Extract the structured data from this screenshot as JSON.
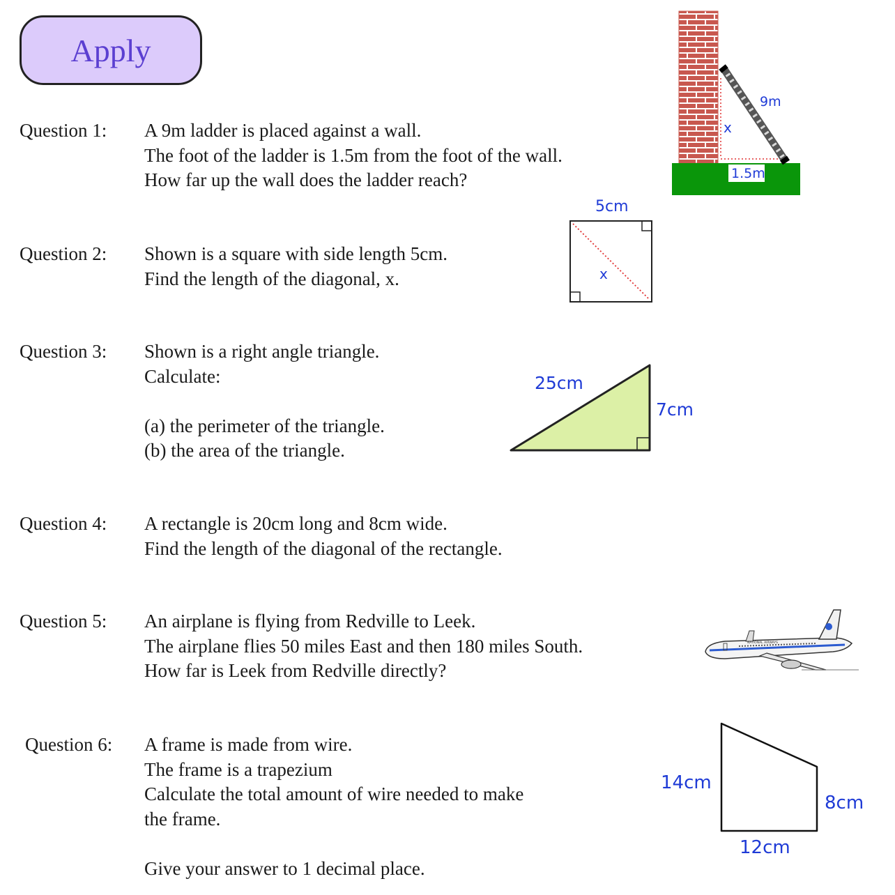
{
  "header": {
    "apply_label": "Apply"
  },
  "questions": [
    {
      "label": "Question 1:",
      "lines": [
        "A 9m ladder is placed against a wall.",
        "The foot of the ladder is 1.5m from the foot of the wall.",
        "How far up the wall does the ladder reach?"
      ],
      "figure": {
        "ladder_label": "9m",
        "height_label": "x",
        "base_label": "1.5m"
      }
    },
    {
      "label": "Question 2:",
      "lines": [
        "Shown is a square with side length 5cm.",
        "Find the length of the diagonal, x."
      ],
      "figure": {
        "side_label": "5cm",
        "diagonal_label": "x"
      }
    },
    {
      "label": "Question 3:",
      "lines": [
        "Shown is a right angle triangle.",
        "Calculate:",
        "",
        "(a)  the perimeter of the triangle.",
        "(b)  the area of the triangle."
      ],
      "figure": {
        "hypotenuse_label": "25cm",
        "side_label": "7cm"
      }
    },
    {
      "label": "Question 4:",
      "lines": [
        "A rectangle is 20cm long and 8cm wide.",
        "Find the length of the diagonal of the rectangle."
      ]
    },
    {
      "label": "Question 5:",
      "lines": [
        "An airplane is flying from Redville to Leek.",
        "The airplane flies 50 miles East and then 180 miles South.",
        "How far is Leek from Redville directly?"
      ],
      "figure": {
        "fuselage_text": "NATIONAL AIRWAYS"
      }
    },
    {
      "label": "Question 6:",
      "lines": [
        "A frame is made from wire.",
        "The frame is a trapezium",
        "Calculate the total amount of wire needed to make",
        "the frame.",
        "",
        "Give your answer to 1 decimal place."
      ],
      "figure": {
        "left_label": "14cm",
        "right_label": "8cm",
        "bottom_label": "12cm"
      }
    }
  ],
  "colors": {
    "label_blue": "#1f3bd6",
    "triangle_fill": "#dcf0a6",
    "grass": "#0a960a",
    "brick": "#c8584f",
    "button_fill": "#dccbfb",
    "button_text": "#5b3fd1"
  }
}
